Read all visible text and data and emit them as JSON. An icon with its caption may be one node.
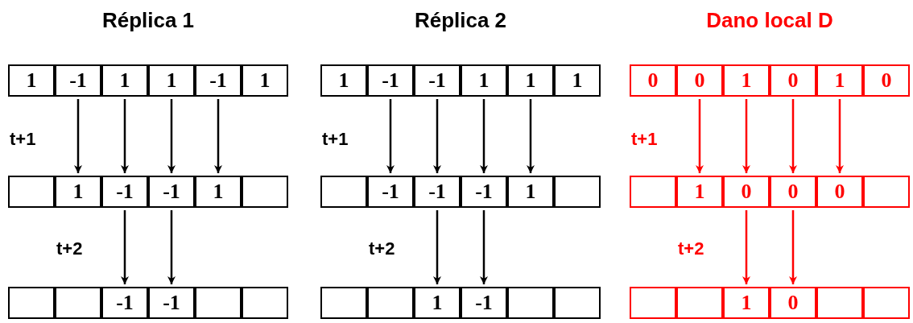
{
  "diagram": {
    "nodes": [
      {
        "text": [
          "1"
        ]
      },
      {
        "text": [
          "-1"
        ]
      },
      {
        "text": [
          "1"
        ]
      },
      {
        "text": [
          "1"
        ]
      },
      {
        "text": [
          "-1"
        ]
      },
      {
        "text": [
          "1"
        ]
      },
      {
        "text": [],
        "shape": "box"
      },
      {
        "text": [
          "1"
        ]
      },
      {
        "text": [
          "-1"
        ]
      },
      {
        "text": [
          "-1"
        ]
      },
      {
        "text": [
          "1"
        ]
      },
      {
        "text": [],
        "shape": "box"
      },
      {
        "text": [],
        "shape": "box"
      },
      {
        "text": [],
        "shape": "box"
      },
      {
        "text": [
          "-1"
        ]
      },
      {
        "text": [
          "-1"
        ]
      },
      {
        "text": [],
        "shape": "box"
      },
      {
        "text": [],
        "shape": "box"
      },
      {
        "text": [
          "1"
        ]
      },
      {
        "text": [
          "-1"
        ]
      },
      {
        "text": [
          "-1"
        ]
      },
      {
        "text": [
          "1"
        ]
      },
      {
        "text": [
          "1"
        ]
      },
      {
        "text": [
          "1"
        ]
      },
      {
        "text": [],
        "shape": "box"
      },
      {
        "text": [
          "-1"
        ]
      },
      {
        "text": [
          "-1"
        ]
      },
      {
        "text": [
          "-1"
        ]
      },
      {
        "text": [
          "1"
        ]
      },
      {
        "text": [],
        "shape": "box"
      },
      {
        "text": [],
        "shape": "box"
      },
      {
        "text": [],
        "shape": "box"
      },
      {
        "text": [
          "1"
        ]
      },
      {
        "text": [
          "-1"
        ]
      },
      {
        "text": [],
        "shape": "box"
      },
      {
        "text": [],
        "shape": "box"
      },
      {
        "text": [
          "0"
        ]
      },
      {
        "text": [
          "0"
        ]
      },
      {
        "text": [
          "1"
        ]
      },
      {
        "text": [
          "0"
        ]
      },
      {
        "text": [
          "1"
        ]
      },
      {
        "text": [
          "0"
        ]
      },
      {
        "text": [],
        "shape": "box"
      },
      {
        "text": [
          "1"
        ]
      },
      {
        "text": [
          "0"
        ]
      },
      {
        "text": [
          "0"
        ]
      },
      {
        "text": [
          "0"
        ]
      },
      {
        "text": [],
        "shape": "box"
      },
      {
        "text": [],
        "shape": "box"
      },
      {
        "text": [],
        "shape": "box"
      },
      {
        "text": [
          "1"
        ]
      },
      {
        "text": [
          "0"
        ]
      },
      {
        "text": [],
        "shape": "box"
      },
      {
        "text": [],
        "shape": "box"
      }
    ],
    "edges": [
      {
        "from": 1,
        "to": 7,
        "arrow": "to"
      },
      {
        "from": 2,
        "to": 8,
        "arrow": "to"
      },
      {
        "from": 3,
        "to": 9,
        "arrow": "to"
      },
      {
        "from": 4,
        "to": 10,
        "arrow": "to"
      },
      {
        "from": 8,
        "to": 14,
        "arrow": "to"
      },
      {
        "from": 9,
        "to": 15,
        "arrow": "to"
      },
      {
        "from": 19,
        "to": 25,
        "arrow": "to"
      },
      {
        "from": 20,
        "to": 26,
        "arrow": "to"
      },
      {
        "from": 21,
        "to": 27,
        "arrow": "to"
      },
      {
        "from": 22,
        "to": 28,
        "arrow": "to"
      },
      {
        "from": 26,
        "to": 32,
        "arrow": "to"
      },
      {
        "from": 27,
        "to": 33,
        "arrow": "to"
      },
      {
        "from": 37,
        "to": 43,
        "arrow": "to",
        "color": "#ff0000"
      },
      {
        "from": 38,
        "to": 44,
        "arrow": "to",
        "color": "#ff0000"
      },
      {
        "from": 39,
        "to": 45,
        "arrow": "to",
        "color": "#ff0000"
      },
      {
        "from": 40,
        "to": 46,
        "arrow": "to",
        "color": "#ff0000"
      },
      {
        "from": 44,
        "to": 50,
        "arrow": "to",
        "color": "#ff0000"
      },
      {
        "from": 45,
        "to": 51,
        "arrow": "to",
        "color": "#ff0000"
      }
    ],
    "labels": [
      "Réplica 1",
      "Réplica 2",
      "Dano local D",
      "t+1",
      "t+1",
      "t+1",
      "t+2",
      "t+2",
      "t+2"
    ]
  }
}
